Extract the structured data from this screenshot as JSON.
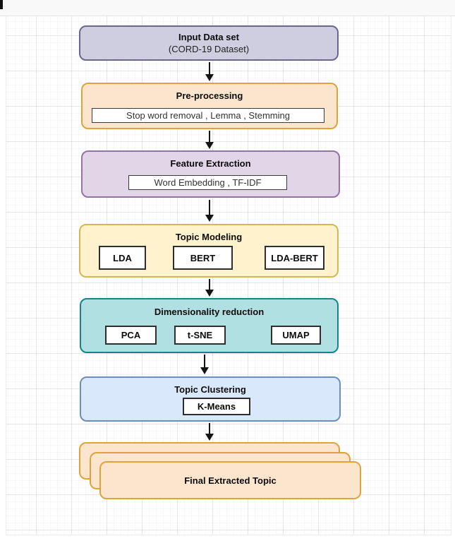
{
  "palette": {
    "lavender_fill": "#cfcee1",
    "lavender_border": "#68688c",
    "orange_fill": "#fce5cd",
    "orange_border": "#dfa33e",
    "purple_fill": "#e1d5e7",
    "purple_border": "#9673a6",
    "yellow_fill": "#fff2cc",
    "yellow_border": "#d6b656",
    "teal_fill": "#b0e0e2",
    "teal_border": "#11848e",
    "blue_fill": "#dae8fc",
    "blue_border": "#6c8ebf",
    "chip_fill": "#ffffff",
    "chip_border": "#2e2e2e",
    "arrow_color": "#141414"
  },
  "flow": {
    "nodes": [
      {
        "name": "input-dataset",
        "title": "Input Data set",
        "subtitle": "(CORD-19 Dataset)",
        "fill": "#cfcee1",
        "border": "#68688c"
      },
      {
        "name": "pre-processing",
        "title": "Pre-processing",
        "items": [
          "Stop word removal , Lemma , Stemming"
        ],
        "fill": "#fce5cd",
        "border": "#dfa33e"
      },
      {
        "name": "feature-extraction",
        "title": "Feature Extraction",
        "items": [
          "Word Embedding , TF-IDF"
        ],
        "fill": "#e1d5e7",
        "border": "#9673a6"
      },
      {
        "name": "topic-modeling",
        "title": "Topic Modeling",
        "items": [
          "LDA",
          "BERT",
          "LDA-BERT"
        ],
        "fill": "#fff2cc",
        "border": "#d6b656"
      },
      {
        "name": "dimensionality-reduction",
        "title": "Dimensionality reduction",
        "items": [
          "PCA",
          "t-SNE",
          "UMAP"
        ],
        "fill": "#b0e0e2",
        "border": "#11848e"
      },
      {
        "name": "topic-clustering",
        "title": "Topic Clustering",
        "items": [
          "K-Means"
        ],
        "fill": "#dae8fc",
        "border": "#6c8ebf"
      },
      {
        "name": "final-extracted-topic",
        "title": "Final Extracted Topic",
        "fill": "#fce5cd",
        "border": "#dfa33e",
        "stacked": 3
      }
    ],
    "edges": [
      {
        "from": "input-dataset",
        "to": "pre-processing"
      },
      {
        "from": "pre-processing",
        "to": "feature-extraction"
      },
      {
        "from": "feature-extraction",
        "to": "topic-modeling"
      },
      {
        "from": "topic-modeling",
        "to": "dimensionality-reduction"
      },
      {
        "from": "dimensionality-reduction",
        "to": "topic-clustering"
      },
      {
        "from": "topic-clustering",
        "to": "final-extracted-topic"
      }
    ]
  }
}
